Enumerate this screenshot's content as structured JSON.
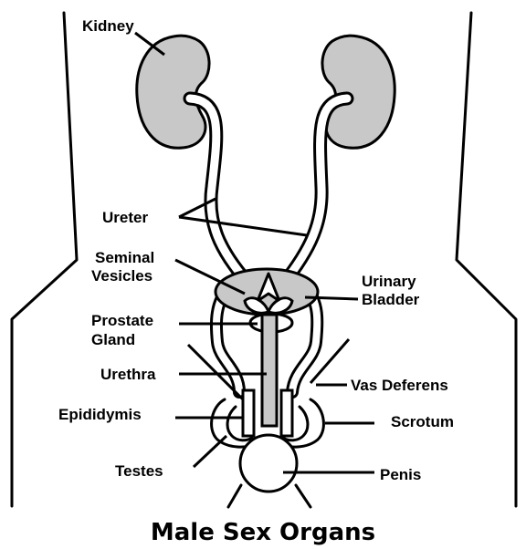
{
  "labels": {
    "kidney": "Kidney",
    "ureter": "Ureter",
    "seminal_vesicles_line1": "Seminal",
    "seminal_vesicles_line2": "Vesicles",
    "urinary_bladder_line1": "Urinary",
    "urinary_bladder_line2": "Bladder",
    "prostate_gland_line1": "Prostate",
    "prostate_gland_line2": "Gland",
    "urethra": "Urethra",
    "vas_deferens": "Vas Deferens",
    "epididymis": "Epididymis",
    "scrotum": "Scrotum",
    "testes": "Testes",
    "penis": "Penis"
  },
  "title": "Male Sex Organs",
  "colors": {
    "organ_fill": "#c8c8c8",
    "outline": "#000000",
    "background": "#ffffff"
  }
}
